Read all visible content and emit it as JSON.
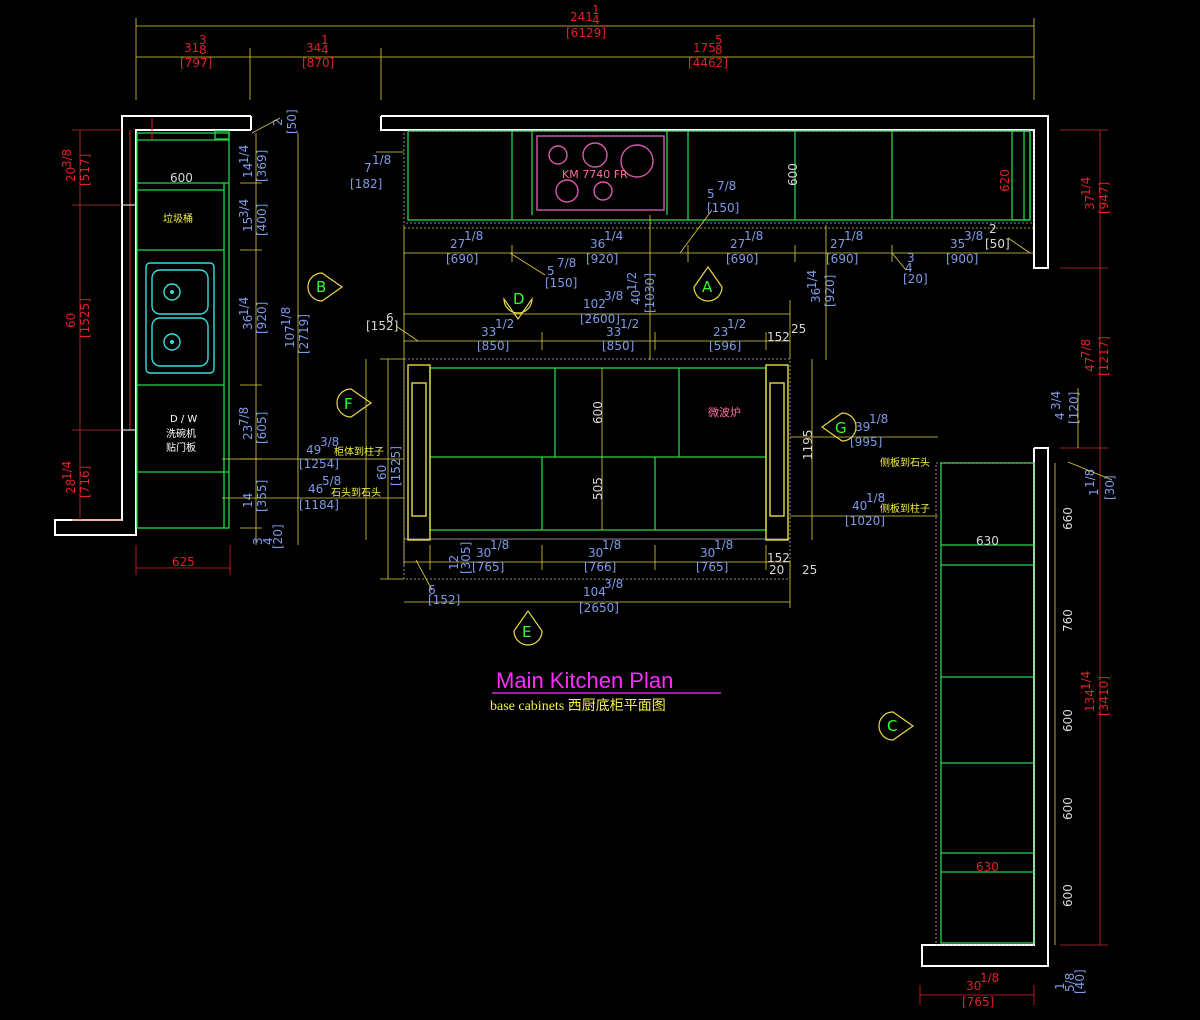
{
  "title": {
    "main": "Main Kitchen Plan",
    "sub": "base cabinets 西厨底柜平面图"
  },
  "top_dims": {
    "overall_in": "241",
    "overall_frac_n": "1",
    "overall_frac_d": "4",
    "overall_mm": "[6129]",
    "seg1_in": "31",
    "seg1_frac_n": "3",
    "seg1_frac_d": "8",
    "seg1_mm": "[797]",
    "seg2_in": "34",
    "seg2_frac_n": "1",
    "seg2_frac_d": "4",
    "seg2_mm": "[870]",
    "seg3_in": "175",
    "seg3_frac_n": "5",
    "seg3_frac_d": "8",
    "seg3_mm": "[4462]"
  },
  "appliances": {
    "hob": "KM 7740 FR",
    "bin": "垃圾桶",
    "dishwasher_1": "D / W",
    "dishwasher_2": "洗碗机",
    "dishwasher_3": "贴门板",
    "microwave": "微波炉"
  },
  "sections": [
    "A",
    "B",
    "C",
    "D",
    "E",
    "F",
    "G"
  ],
  "annotations": {
    "cabinet_to_pillar_1": "柜体到柱子",
    "stone_to_stone_1": "石头到石头",
    "side_to_stone": "侧板到石头",
    "side_to_pillar": "侧板到柱子"
  },
  "dims_left": {
    "d600": "600",
    "d625": "625",
    "r20": "20",
    "r20_frac": "3/8",
    "r20_mm": "[517]",
    "r60": "60",
    "r60_mm": "[1525]",
    "r28": "28",
    "r28_frac": "1/4",
    "r28_mm": "[716]",
    "b14": "14",
    "b14_frac": "1/4",
    "b14_mm": "[369]",
    "b15": "15",
    "b15_frac": "3/4",
    "b15_mm": "[400]",
    "b36": "36",
    "b36_frac": "1/4",
    "b36_mm": "[920]",
    "b23": "23",
    "b23_frac": "7/8",
    "b23_mm": "[605]",
    "b14b": "14",
    "b14b_mm": "[355]",
    "b3": "3",
    "b3_frac": "4",
    "b3_mm": "[20]",
    "b107": "107",
    "b107_frac": "1/8",
    "b107_mm": "[2719]",
    "b2": "2",
    "b2_mm": "[50]"
  },
  "dims_island": {
    "i49": "49",
    "i49_frac": "3/8",
    "i49_mm": "[1254]",
    "i46": "46",
    "i46_frac": "5/8",
    "i46_mm": "[1184]",
    "i60": "60",
    "i60_mm": "[1525]",
    "i1195": "1195",
    "i600": "600",
    "i505": "505",
    "i33a": "33",
    "i33a_frac": "1/2",
    "i33a_mm": "[850]",
    "i33b": "33",
    "i33b_frac": "1/2",
    "i33b_mm": "[850]",
    "i23": "23",
    "i23_frac": "1/2",
    "i23_mm": "[596]",
    "i152": "152",
    "i25": "25",
    "i102": "102",
    "i102_frac": "3/8",
    "i102_mm": "[2600]",
    "i40": "40",
    "i40_frac": "1/2",
    "i40_mm": "[1030]",
    "i6": "6",
    "i6_mm": "[152]",
    "i30a": "30",
    "i30a_frac": "1/8",
    "i30a_mm": "[765]",
    "i30b": "30",
    "i30b_frac": "1/8",
    "i30b_mm": "[766]",
    "i30c": "30",
    "i30c_frac": "1/8",
    "i30c_mm": "[765]",
    "i12": "12",
    "i12_mm": "[305]",
    "i152b": "152",
    "i20": "20",
    "i25b": "25",
    "i104": "104",
    "i104_frac": "3/8",
    "i104_mm": "[2650]",
    "i6b": "6",
    "i6b_mm": "[152]",
    "i39": "39",
    "i39_frac": "1/8",
    "i39_mm": "[995]",
    "i40b": "40",
    "i40b_frac": "1/8",
    "i40b_mm": "[1020]"
  },
  "dims_top_run": {
    "t7": "7",
    "t7_frac": "1/8",
    "t7_mm": "[182]",
    "t5": "5",
    "t5_frac": "7/8",
    "t5_mm": "[150]",
    "t5b": "5",
    "t5b_frac": "7/8",
    "t5b_mm": "[150]",
    "t27a": "27",
    "t27a_frac": "1/8",
    "t27a_mm": "[690]",
    "t36": "36",
    "t36_frac": "1/4",
    "t36_mm": "[920]",
    "t27b": "27",
    "t27b_frac": "1/8",
    "t27b_mm": "[690]",
    "t27c": "27",
    "t27c_frac": "1/8",
    "t27c_mm": "[690]",
    "t35": "35",
    "t35_frac": "3/8",
    "t35_mm": "[900]",
    "t2": "2",
    "t2_mm": "[50]",
    "t3": "3",
    "t3_frac": "4",
    "t3_mm": "[20]",
    "t36b": "36",
    "t36b_frac": "1/4",
    "t36b_mm": "[920]",
    "t600": "600",
    "t620": "620",
    "r37": "37",
    "r37_frac": "1/4",
    "r37_mm": "[947]",
    "r47": "47",
    "r47_frac": "7/8",
    "r47_mm": "[1217]",
    "r4": "4",
    "r4_frac": "3/4",
    "r4_mm": "[120]",
    "r1": "1",
    "r1_frac": "1/8",
    "r1_mm": "[30]"
  },
  "dims_right": {
    "c630a": "630",
    "c630b": "630",
    "c660": "660",
    "c760": "760",
    "c600a": "600",
    "c600b": "600",
    "c600c": "600",
    "c134": "134",
    "c134_frac": "1/4",
    "c134_mm": "[3410]",
    "c30": "30",
    "c30_frac": "1/8",
    "c30_mm": "[765]",
    "c1": "1",
    "c1_frac": "5/8",
    "c1_mm": "[40]"
  }
}
